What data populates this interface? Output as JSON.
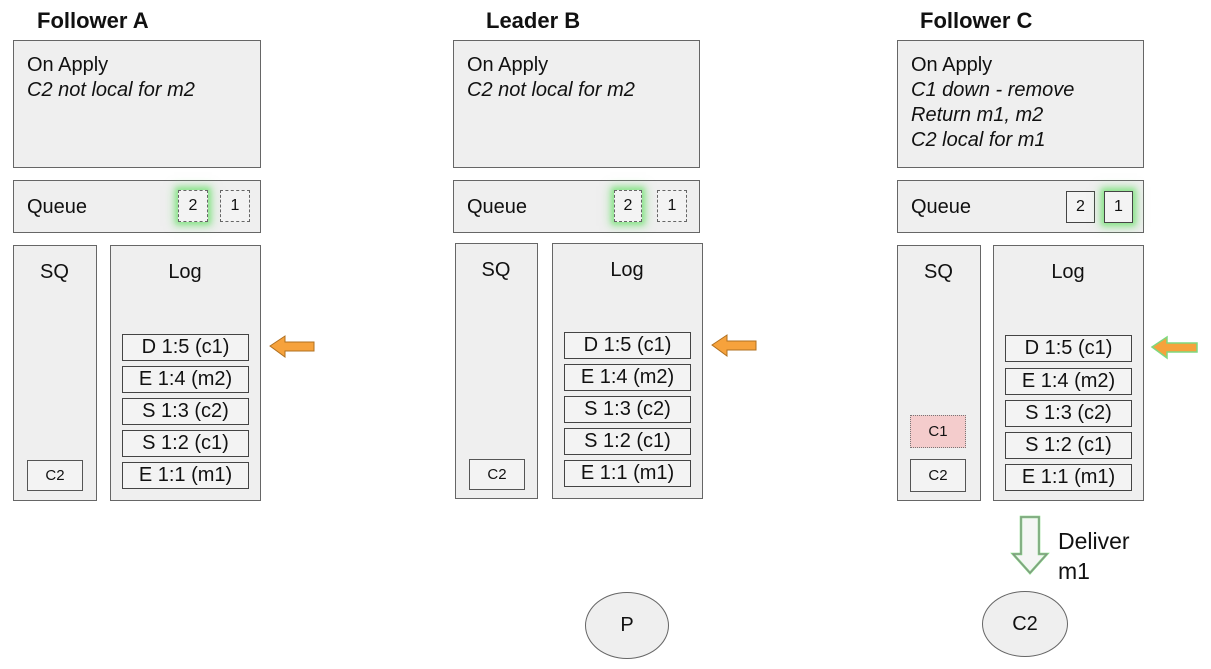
{
  "columns": [
    {
      "title": "Follower A",
      "apply_lines": [
        "On Apply",
        "C2 not local for m2"
      ],
      "queue": {
        "label": "Queue",
        "items": [
          "2",
          "1"
        ]
      },
      "sq": {
        "title": "SQ",
        "items": [
          "C2"
        ]
      },
      "log": {
        "title": "Log",
        "entries": [
          "D 1:5 (c1)",
          "E 1:4 (m2)",
          "S 1:3 (c2)",
          "S 1:2 (c1)",
          "E 1:1 (m1)"
        ]
      }
    },
    {
      "title": "Leader B",
      "apply_lines": [
        "On Apply",
        "C2 not local for m2"
      ],
      "queue": {
        "label": "Queue",
        "items": [
          "2",
          "1"
        ]
      },
      "sq": {
        "title": "SQ",
        "items": [
          "C2"
        ]
      },
      "log": {
        "title": "Log",
        "entries": [
          "D 1:5 (c1)",
          "E 1:4 (m2)",
          "S 1:3 (c2)",
          "S 1:2 (c1)",
          "E 1:1 (m1)"
        ]
      }
    },
    {
      "title": "Follower C",
      "apply_lines": [
        "On Apply",
        "C1 down - remove",
        "Return m1, m2",
        "C2 local for m1"
      ],
      "queue": {
        "label": "Queue",
        "items": [
          "2",
          "1"
        ]
      },
      "sq": {
        "title": "SQ",
        "items": [
          "C1",
          "C2"
        ]
      },
      "log": {
        "title": "Log",
        "entries": [
          "D 1:5 (c1)",
          "E 1:4 (m2)",
          "S 1:3 (c2)",
          "S 1:2 (c1)",
          "E 1:1 (m1)"
        ]
      }
    }
  ],
  "deliver": {
    "line1": "Deliver",
    "line2": "m1"
  },
  "nodes": {
    "p": "P",
    "c2": "C2"
  },
  "colors": {
    "box_fill": "#efefef",
    "arrow_orange": "#f6a23c",
    "glow_green": "#8ce68c",
    "pink": "#f4cccc"
  },
  "icons": {
    "pointer": "left-arrow-icon",
    "deliver": "down-arrow-icon"
  }
}
